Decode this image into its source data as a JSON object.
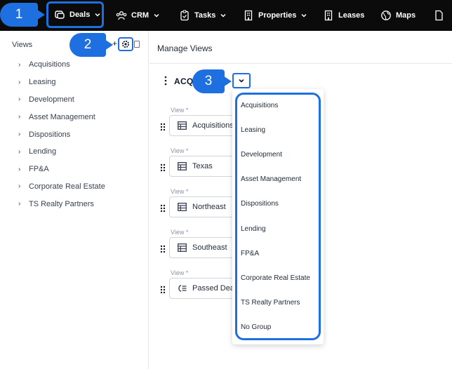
{
  "nav": {
    "items": [
      {
        "label": "Deals",
        "icon": "deals-icon"
      },
      {
        "label": "CRM",
        "icon": "crm-icon"
      },
      {
        "label": "Tasks",
        "icon": "tasks-icon"
      },
      {
        "label": "Properties",
        "icon": "properties-icon"
      },
      {
        "label": "Leases",
        "icon": "leases-icon"
      },
      {
        "label": "Maps",
        "icon": "maps-icon"
      }
    ]
  },
  "markers": [
    "1",
    "2",
    "3"
  ],
  "sidebar": {
    "title": "Views",
    "add_label": "+",
    "items": [
      "Acquisitions",
      "Leasing",
      "Development",
      "Asset Management",
      "Dispositions",
      "Lending",
      "FP&A",
      "Corporate Real Estate",
      "TS Realty Partners"
    ]
  },
  "main": {
    "title": "Manage Views",
    "group_name": "ACQ",
    "view_label": "View *",
    "views": [
      {
        "name": "Acquisitions",
        "icon": "table-icon"
      },
      {
        "name": "Texas",
        "icon": "table-icon"
      },
      {
        "name": "Northeast",
        "icon": "table-icon"
      },
      {
        "name": "Southeast",
        "icon": "table-icon"
      },
      {
        "name": "Passed Deals",
        "icon": "list-icon"
      }
    ]
  },
  "dropdown": {
    "options": [
      "Acquisitions",
      "Leasing",
      "Development",
      "Asset Management",
      "Dispositions",
      "Lending",
      "FP&A",
      "Corporate Real Estate",
      "TS Realty Partners",
      "No Group"
    ]
  },
  "colors": {
    "accent": "#1e6fe0",
    "nav_bg": "#0b0b0b"
  }
}
